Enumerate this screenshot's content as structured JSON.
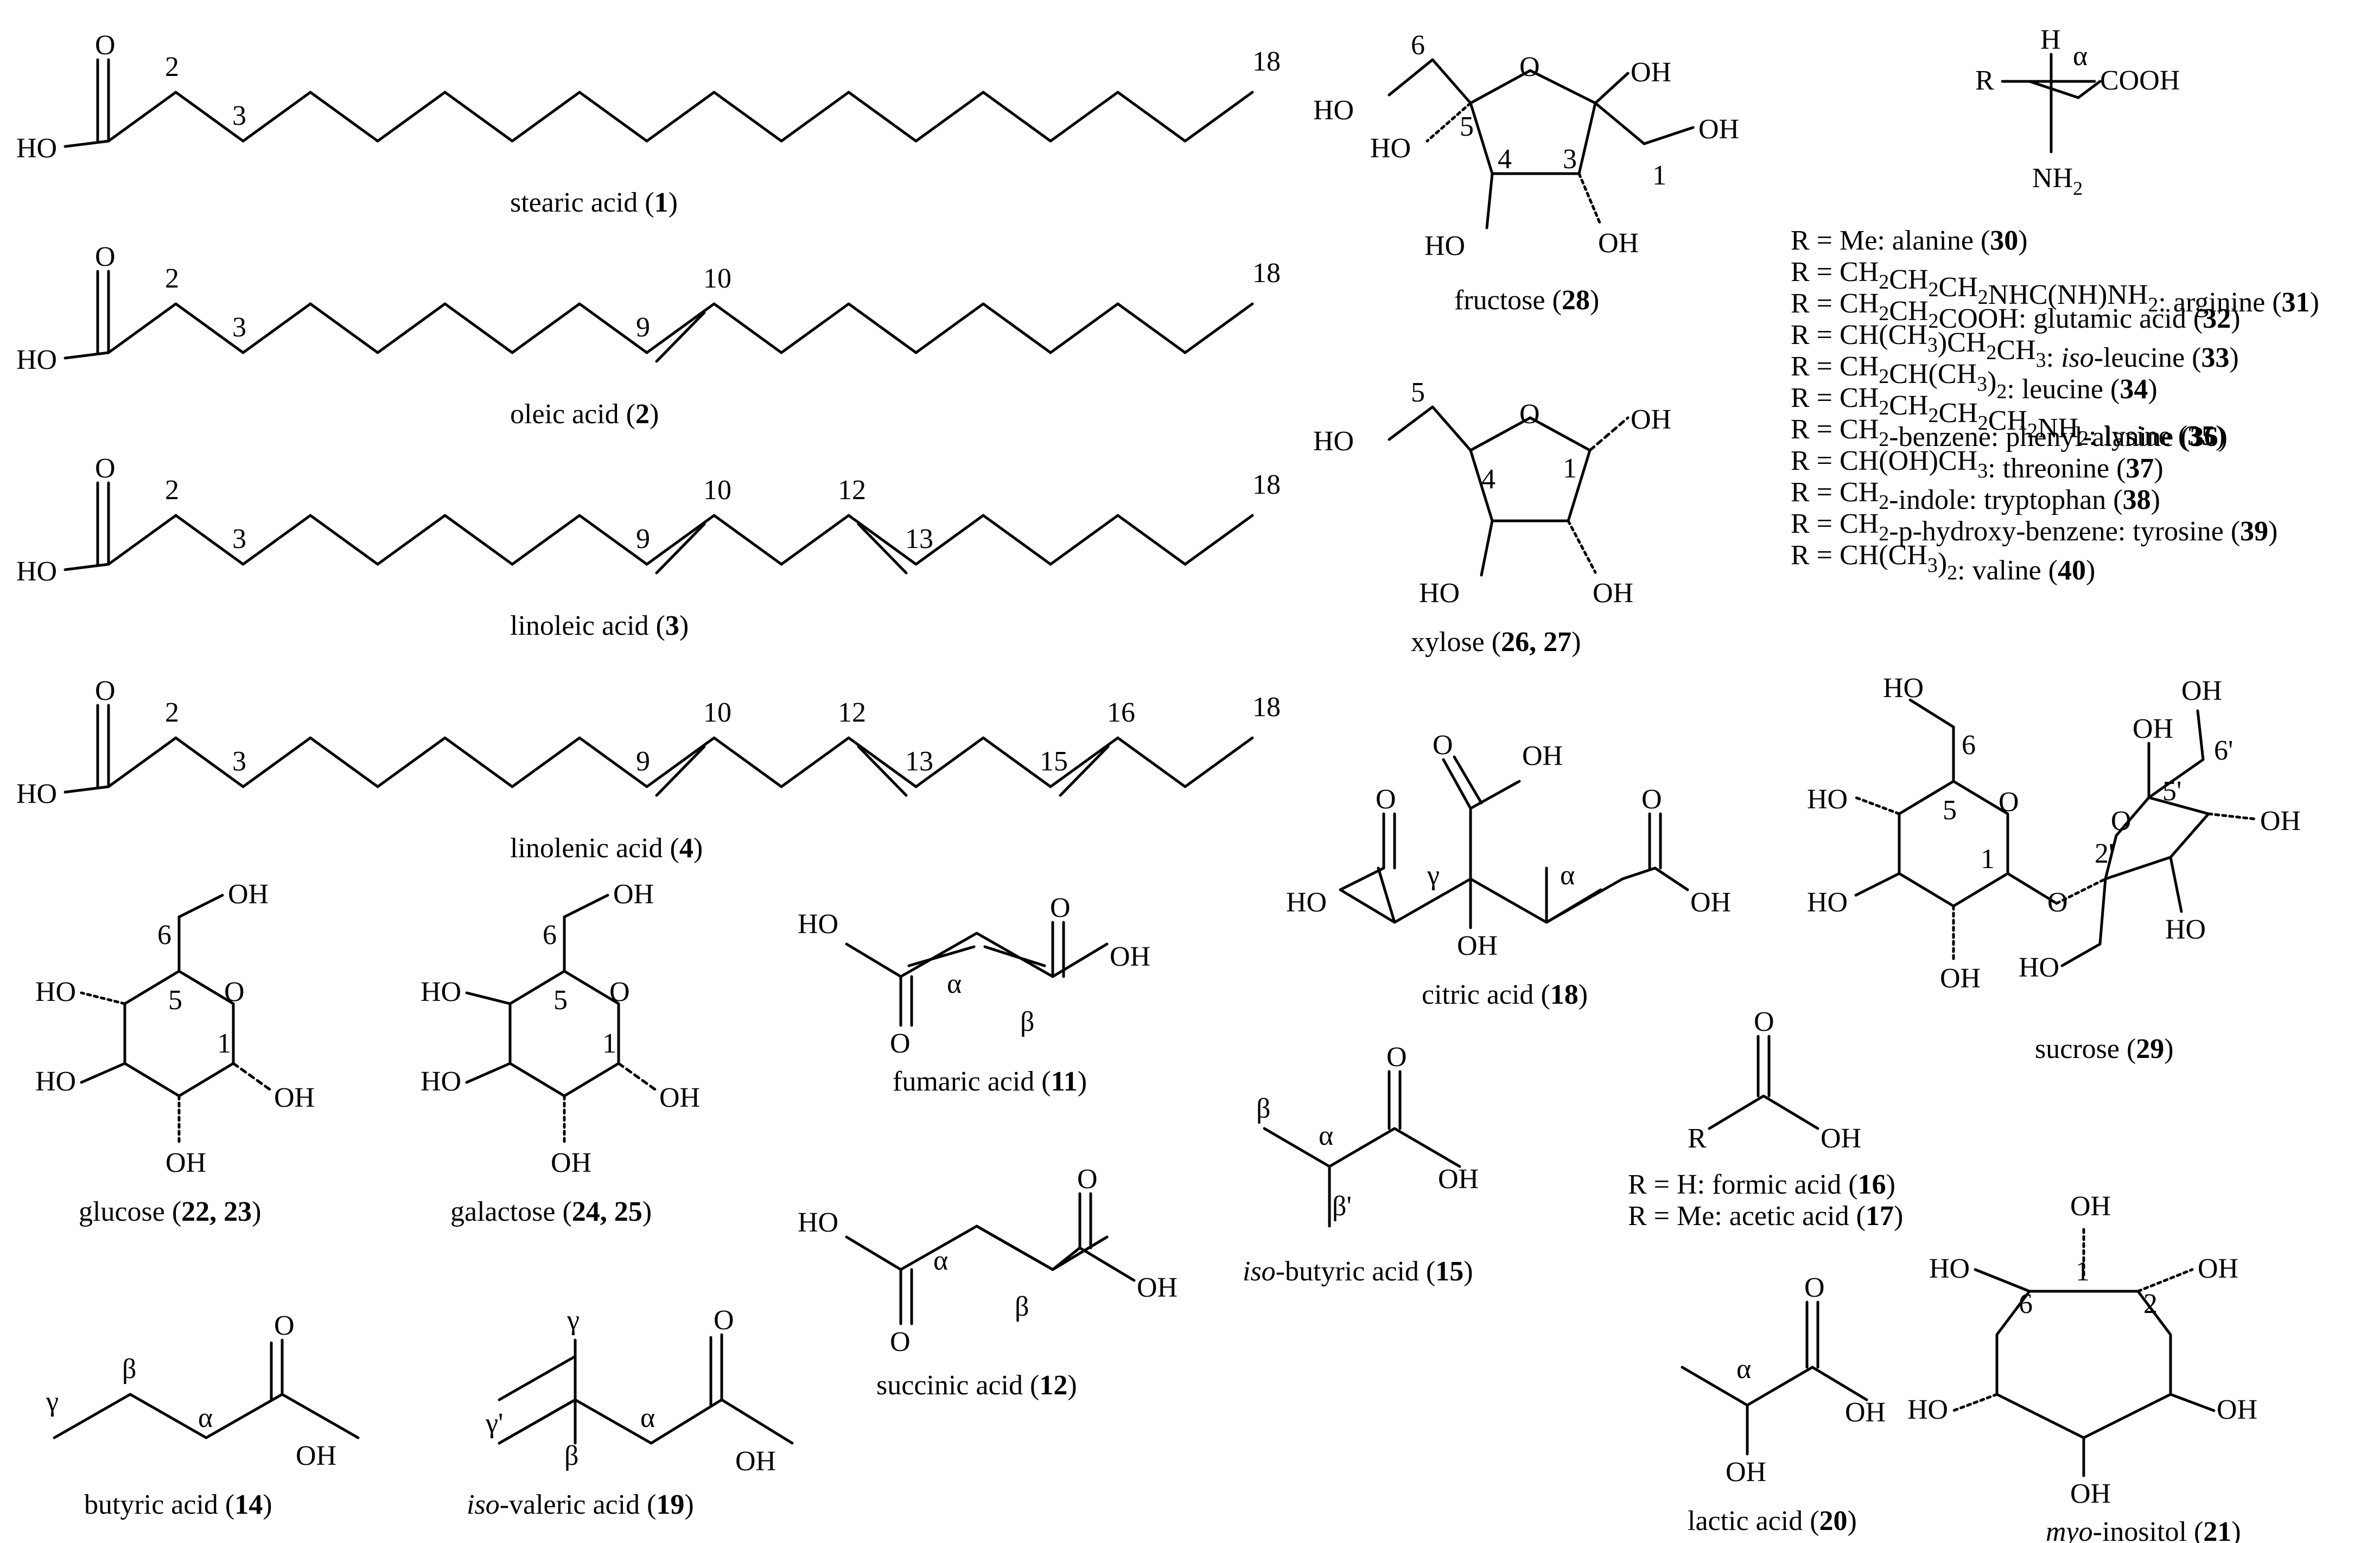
{
  "structures": [
    {
      "key": "stearic",
      "name": "stearic acid",
      "num": "1"
    },
    {
      "key": "oleic",
      "name": "oleic acid",
      "num": "2"
    },
    {
      "key": "linoleic",
      "name": "linoleic acid",
      "num": "3"
    },
    {
      "key": "linolenic",
      "name": "linolenic acid",
      "num": "4"
    },
    {
      "key": "fumaric",
      "name": "fumaric acid",
      "num": "11"
    },
    {
      "key": "succinic",
      "name": "succinic acid",
      "num": "12"
    },
    {
      "key": "butyric",
      "name": "butyric acid",
      "num": "14"
    },
    {
      "key": "isobutyric",
      "prefix": "iso",
      "name": "-butyric acid",
      "num": "15"
    },
    {
      "key": "citric",
      "name": "citric acid",
      "num": "18"
    },
    {
      "key": "isovaleric",
      "prefix": "iso",
      "name": "-valeric acid",
      "num": "19"
    },
    {
      "key": "lactic",
      "name": "lactic acid",
      "num": "20"
    },
    {
      "key": "inositol",
      "prefix": "myo",
      "name": "-inositol",
      "num": "21"
    },
    {
      "key": "glucose",
      "name": "glucose",
      "num": "22, 23"
    },
    {
      "key": "galactose",
      "name": "galactose",
      "num": "24, 25"
    },
    {
      "key": "xylose",
      "name": "xylose",
      "num": "26, 27"
    },
    {
      "key": "fructose",
      "name": "fructose",
      "num": "28"
    },
    {
      "key": "sucrose",
      "name": "sucrose",
      "num": "29"
    }
  ],
  "atoms": {
    "HO": "HO",
    "OH": "OH",
    "O": "O",
    "H": "H",
    "NH2": "NH",
    "sub2": "2",
    "COOH": "COOH",
    "R": "R"
  },
  "positions": {
    "p1": "1",
    "p2": "2",
    "p3": "3",
    "p4": "4",
    "p5": "5",
    "p6": "6",
    "p9": "9",
    "p10": "10",
    "p12": "12",
    "p13": "13",
    "p15": "15",
    "p16": "16",
    "p18": "18",
    "p1p": "1",
    "p2p": "2'",
    "p5p": "5'",
    "p6p": "6'"
  },
  "greek": {
    "alpha": "α",
    "beta": "β",
    "gamma": "γ",
    "betap": "β'",
    "gammap": "γ'"
  },
  "amino_acid_list": [
    "R = Me: alanine (30)",
    "R = CH2CH2CH2NHC(NH)NH2: arginine (31)",
    "R = CH2CH2COOH: glutamic acid (32)",
    "R = CH(CH3)CH2CH3: iso-leucine (33)",
    "R = CH2CH(CH3)2: leucine (34)",
    "R = CH2CH2CH2CH2NH2: lysine (35)",
    "R = CH2-benzene: phenyl-alanine (36)",
    "R = CH(OH)CH3: threonine (37)",
    "R = CH2-indole: tryptophan (38)",
    "R = CH2-p-hydroxy-benzene: tyrosine (39)",
    "R = CH(CH3)2: valine (40)"
  ],
  "acid_list": [
    "R = H: formic acid (16)",
    "R = Me: acetic acid (17)"
  ]
}
